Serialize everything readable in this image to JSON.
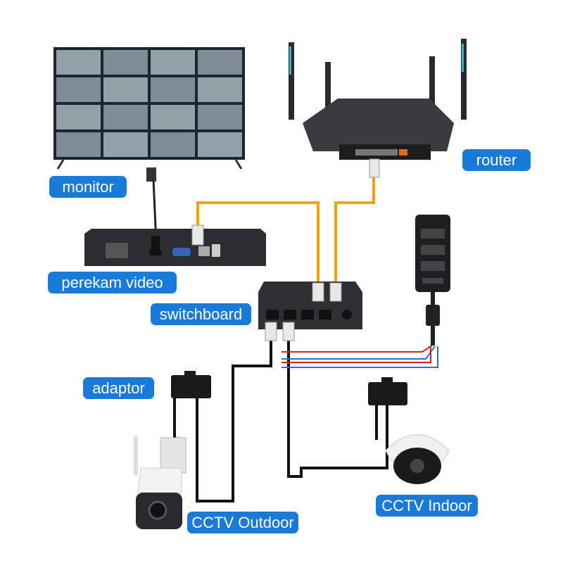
{
  "labels": {
    "monitor": "monitor",
    "router": "router",
    "nvr": "perekam video",
    "switch": "switchboard",
    "adaptor": "adaptor",
    "cctv_outdoor": "CCTV Outdoor",
    "cctv_indoor": "CCTV Indoor"
  },
  "colors": {
    "label_bg": "#1a7ad8",
    "lan_cable": "#f5a300",
    "poe_cable": "#111111",
    "power_positive": "#e02020",
    "power_negative": "#2a6fd6"
  }
}
